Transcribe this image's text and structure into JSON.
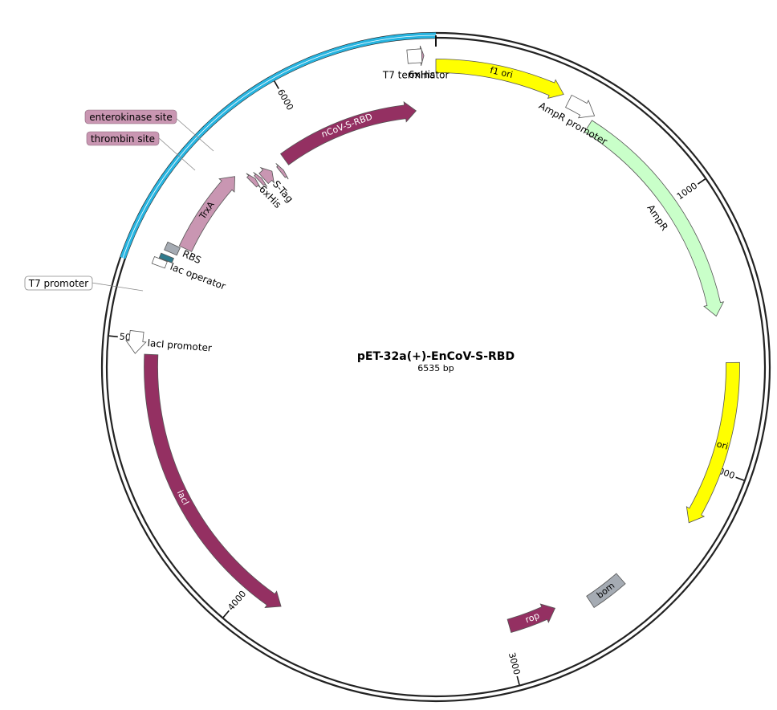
{
  "plasmid": {
    "name": "pET-32a(+)-EnCoV-S-RBD",
    "length_label": "6535 bp",
    "total_bp": 6535
  },
  "colors": {
    "backbone": "#222222",
    "highlight": "#27b4e0",
    "maroon": "#943062",
    "pink": "#c996b2",
    "yellow": "#ffff00",
    "light_green": "#c9ffc9",
    "gray": "#a5abb3",
    "teal": "#2e7a8c",
    "white": "#ffffff"
  },
  "tick_marks": [
    {
      "bp": 1000,
      "label": "1000"
    },
    {
      "bp": 2000,
      "label": "2000"
    },
    {
      "bp": 3000,
      "label": "3000"
    },
    {
      "bp": 4000,
      "label": "4000"
    },
    {
      "bp": 5000,
      "label": "5000"
    },
    {
      "bp": 6000,
      "label": "6000"
    }
  ],
  "features": [
    {
      "name": "f1 ori",
      "color": "#ffff00",
      "text_color": "#000000",
      "shape": "arrow",
      "dir": 1,
      "start": 0,
      "end": 456,
      "label_inside": true
    },
    {
      "name": "AmpR promoter",
      "color": "#ffffff",
      "text_color": "#000000",
      "shape": "arrow",
      "dir": 1,
      "start": 482,
      "end": 586,
      "label_inside": false
    },
    {
      "name": "AmpR",
      "color": "#c9ffc9",
      "text_color": "#000000",
      "shape": "arrow",
      "dir": 1,
      "start": 587,
      "end": 1447,
      "label_inside": false
    },
    {
      "name": "ori",
      "color": "#ffff00",
      "text_color": "#000000",
      "shape": "arrow",
      "dir": 1,
      "start": 1618,
      "end": 2207,
      "label_inside": true
    },
    {
      "name": "bom",
      "color": "#a5abb3",
      "text_color": "#000000",
      "shape": "box",
      "dir": 0,
      "start": 2520,
      "end": 2662,
      "label_inside": true
    },
    {
      "name": "rop",
      "color": "#943062",
      "text_color": "#ffffff",
      "shape": "arrow",
      "dir": -1,
      "start": 2790,
      "end": 2980,
      "label_inside": true
    },
    {
      "name": "lacI",
      "color": "#943062",
      "text_color": "#ffffff",
      "shape": "arrow",
      "dir": -1,
      "start": 3865,
      "end": 4947,
      "label_inside": true
    },
    {
      "name": "lacI promoter",
      "color": "#ffffff",
      "text_color": "#000000",
      "shape": "arrow",
      "dir": -1,
      "start": 4948,
      "end": 5025,
      "label_inside": false
    },
    {
      "name": "lac operator",
      "color": "#ffffff",
      "text_color": "#000000",
      "shape": "box",
      "dir": 0,
      "start": 5265,
      "end": 5290,
      "label_inside": false
    },
    {
      "name": "T7 promoter",
      "color": "#2e7a8c",
      "text_color": "#000000",
      "shape": "box",
      "dir": 0,
      "start": 5292,
      "end": 5310,
      "label_inside": false
    },
    {
      "name": "RBS",
      "color": "#a5abb3",
      "text_color": "#000000",
      "shape": "box",
      "dir": 0,
      "start": 5325,
      "end": 5355,
      "label_inside": false
    },
    {
      "name": "TrxA",
      "color": "#c996b2",
      "text_color": "#000000",
      "shape": "arrow",
      "dir": 1,
      "start": 5360,
      "end": 5690,
      "label_inside": true
    },
    {
      "name": "6xHis",
      "color": "#c996b2",
      "text_color": "#000000",
      "shape": "arrow",
      "dir": 1,
      "start": 5720,
      "end": 5740,
      "label_inside": false
    },
    {
      "name": "thrombin site",
      "color": "#c996b2",
      "text_color": "#000000",
      "shape": "arrow",
      "dir": 1,
      "start": 5745,
      "end": 5760,
      "label_inside": false
    },
    {
      "name": "S-Tag",
      "color": "#c996b2",
      "text_color": "#000000",
      "shape": "arrow",
      "dir": 1,
      "start": 5765,
      "end": 5810,
      "label_inside": false
    },
    {
      "name": "enterokinase site",
      "color": "#c996b2",
      "text_color": "#000000",
      "shape": "arrow",
      "dir": 1,
      "start": 5836,
      "end": 5850,
      "label_inside": false
    },
    {
      "name": "nCoV-S-RBD",
      "color": "#943062",
      "text_color": "#ffffff",
      "shape": "arrow",
      "dir": 1,
      "start": 5880,
      "end": 6455,
      "label_inside": true
    },
    {
      "name": "6xHis",
      "color": "#c996b2",
      "text_color": "#000000",
      "shape": "arrow",
      "dir": 1,
      "start": 6475,
      "end": 6495,
      "label_inside": false
    },
    {
      "name": "T7 terminator",
      "color": "#ffffff",
      "text_color": "#000000",
      "shape": "box",
      "dir": 0,
      "start": 6440,
      "end": 6488,
      "label_inside": false
    }
  ],
  "callouts": [
    {
      "text": "enterokinase site",
      "fill": "#c996b2"
    },
    {
      "text": "thrombin site",
      "fill": "#c996b2"
    },
    {
      "text": "T7 promoter",
      "fill": "#ffffff"
    }
  ]
}
